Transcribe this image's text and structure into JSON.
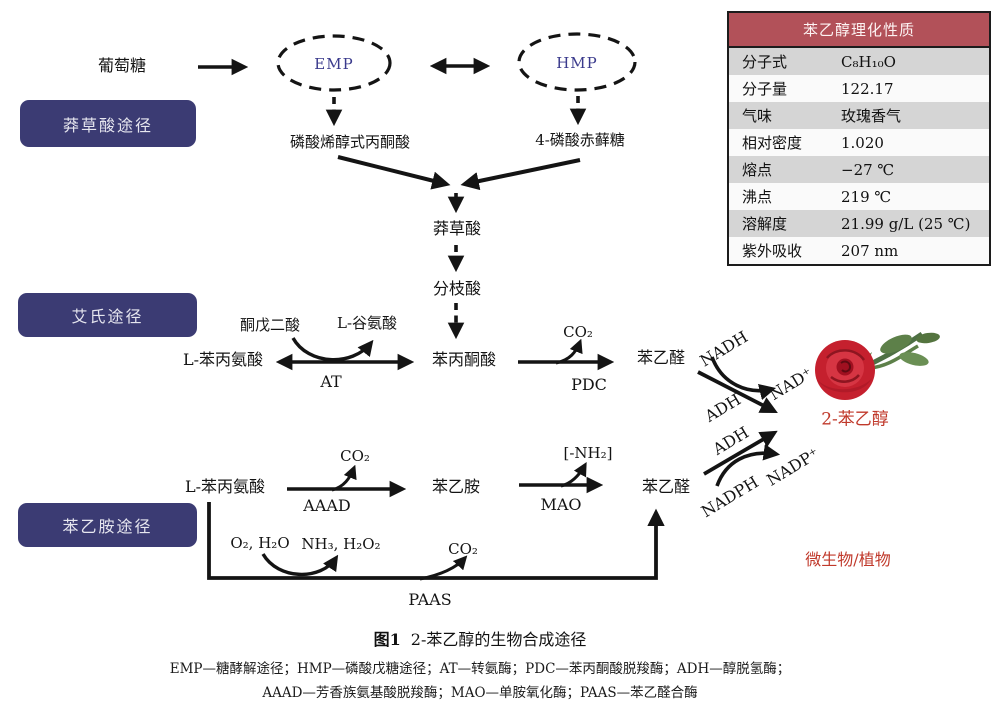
{
  "badges": {
    "shikimate_pathway": "莽草酸途径",
    "ehrlich_pathway": "艾氏途径",
    "phenylethylamine_pathway": "苯乙胺途径"
  },
  "nodes": {
    "glucose": "葡萄糖",
    "emp": "EMP",
    "hmp": "HMP",
    "pep": "磷酸烯醇式丙酮酸",
    "e4p": "4-磷酸赤藓糖",
    "shikimic_acid": "莽草酸",
    "chorismic_acid": "分枝酸",
    "phenylpyruvate": "苯丙酮酸",
    "ketoglutarate": "酮戊二酸",
    "glutamate": "L-谷氨酸",
    "l_phenylalanine_mid": "L-苯丙氨酸",
    "l_phenylalanine_bottom": "L-苯丙氨酸",
    "phenylacetaldehyde_top": "苯乙醛",
    "phenylacetaldehyde_bottom": "苯乙醛",
    "phenylethylamine": "苯乙胺",
    "product_2pe": "2-苯乙醇",
    "microbe_plant": "微生物/植物"
  },
  "enzymes": {
    "at": "AT",
    "pdc": "PDC",
    "adh_top": "ADH",
    "adh_bottom": "ADH",
    "aaad": "AAAD",
    "mao": "MAO",
    "paas": "PAAS"
  },
  "cofactors": {
    "nadh": "NADH",
    "nad_plus": "NAD⁺",
    "nadph": "NADPH",
    "nadp_plus": "NADP⁺",
    "co2_pdc": "CO₂",
    "co2_aaad": "CO₂",
    "co2_paas": "CO₂",
    "nh2_loss": "[-NH₂]",
    "o2_h2o": "O₂, H₂O",
    "nh3_h2o2": "NH₃, H₂O₂"
  },
  "table": {
    "title": "苯乙醇理化性质",
    "rows": [
      {
        "label": "分子式",
        "value": "C₈H₁₀O"
      },
      {
        "label": "分子量",
        "value": "122.17"
      },
      {
        "label": "气味",
        "value": "玫瑰香气"
      },
      {
        "label": "相对密度",
        "value": "1.020"
      },
      {
        "label": "熔点",
        "value": "−27 ℃"
      },
      {
        "label": "沸点",
        "value": "219 ℃"
      },
      {
        "label": "溶解度",
        "value": "21.99 g/L (25 ℃)"
      },
      {
        "label": "紫外吸收",
        "value": "207 nm"
      }
    ]
  },
  "caption": {
    "figure_label": "图1",
    "title": "2-苯乙醇的生物合成途径",
    "legend_line1": "EMP—糖酵解途径；HMP—磷酸戊糖途径；AT—转氨酶；PDC—苯丙酮酸脱羧酶；ADH—醇脱氢酶；",
    "legend_line2": "AAAD—芳香族氨基酸脱羧酶；MAO—单胺氧化酶；PAAS—苯乙醛合酶"
  },
  "colors": {
    "badge_navy": "#3b3b73",
    "table_header_red": "#b25159",
    "highlight_red": "#c0392b",
    "emp_hmp_blue": "#3a3a8c",
    "arrow_black": "#141414"
  }
}
